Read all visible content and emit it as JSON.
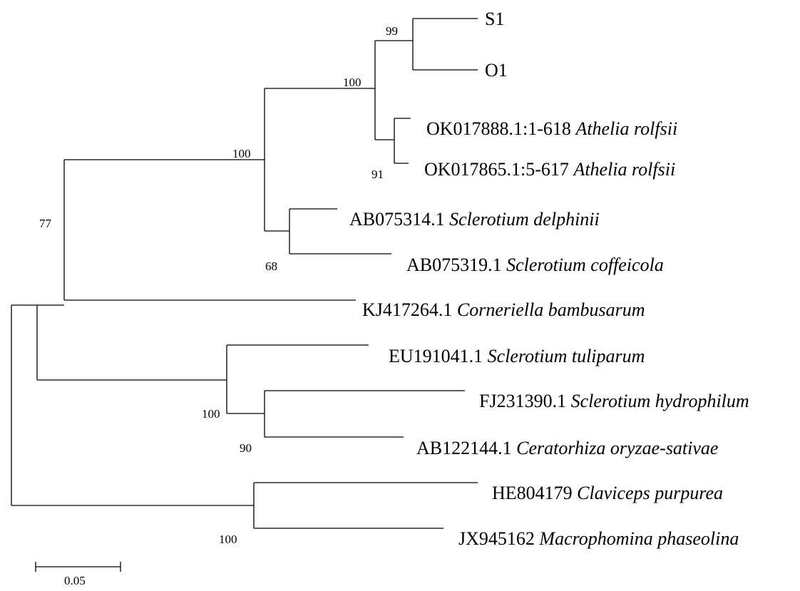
{
  "taxa": [
    {
      "id": "S1",
      "accession": "S1",
      "species": ""
    },
    {
      "id": "O1",
      "accession": "O1",
      "species": ""
    },
    {
      "id": "OK017888",
      "accession": "OK017888.1:1-618",
      "species": "Athelia rolfsii"
    },
    {
      "id": "OK017865",
      "accession": "OK017865.1:5-617",
      "species": "Athelia rolfsii"
    },
    {
      "id": "AB075314",
      "accession": "AB075314.1",
      "species": "Sclerotium delphinii"
    },
    {
      "id": "AB075319",
      "accession": "AB075319.1",
      "species": "Sclerotium coffeicola"
    },
    {
      "id": "KJ417264",
      "accession": "KJ417264.1",
      "species": "Corneriella bambusarum"
    },
    {
      "id": "EU191041",
      "accession": "EU191041.1",
      "species": "Sclerotium tuliparum"
    },
    {
      "id": "FJ231390",
      "accession": "FJ231390.1",
      "species": "Sclerotium hydrophilum"
    },
    {
      "id": "AB122144",
      "accession": "AB122144.1",
      "species": "Ceratorhiza oryzae-sativae"
    },
    {
      "id": "HE804179",
      "accession": "HE804179",
      "species": "Claviceps purpurea"
    },
    {
      "id": "JX945162",
      "accession": "JX945162",
      "species": "Macrophomina phaseolina"
    }
  ],
  "bootstrap": {
    "s1_o1": "99",
    "s1_o1_athelia": "100",
    "rolfsii_sclerotium": "100",
    "athelia_pair": "91",
    "delphinii_coffeicola": "68",
    "ingroup": "77",
    "tuliparum_group": "100",
    "hydrophilum_ceratorhiza": "90",
    "claviceps_macrophomina": "100"
  },
  "scale_bar": {
    "label": "0.05"
  }
}
